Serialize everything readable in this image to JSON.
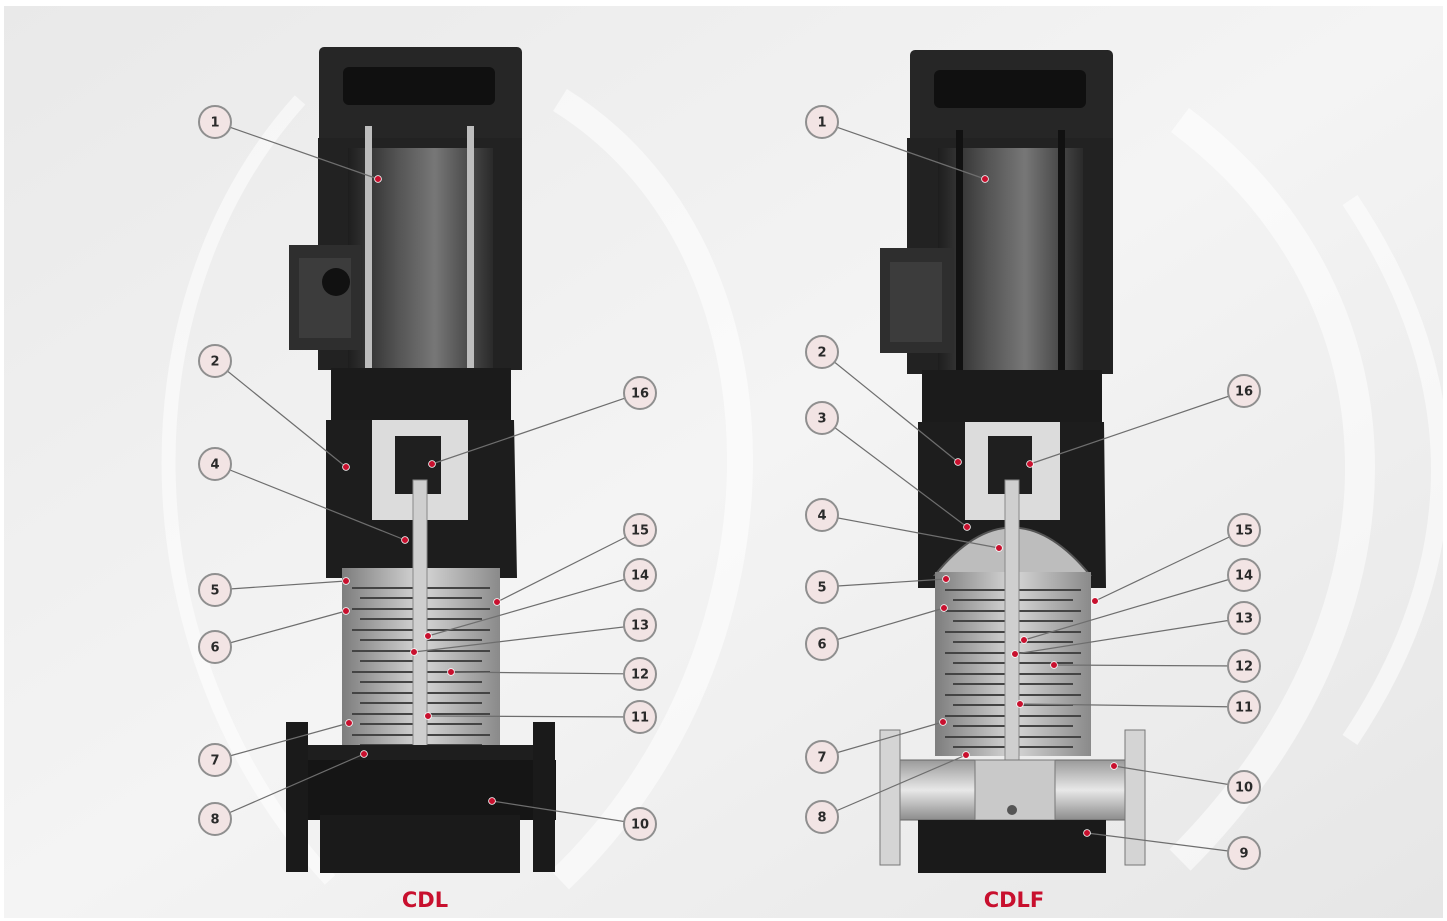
{
  "colors": {
    "accent": "#c8102e",
    "callout_fill": "#f2e4e4",
    "callout_stroke": "#8f8f8f",
    "leader": "#6e6e6e",
    "motor": "#2b2b2b",
    "body": "#1c1c1c",
    "stages": "#b9b9b9"
  },
  "pumps": [
    {
      "id": "cdl",
      "label": "CDL",
      "callouts": [
        "1",
        "2",
        "4",
        "5",
        "6",
        "7",
        "8",
        "16",
        "15",
        "14",
        "13",
        "12",
        "11",
        "10"
      ]
    },
    {
      "id": "cdlf",
      "label": "CDLF",
      "callouts": [
        "1",
        "2",
        "3",
        "4",
        "5",
        "6",
        "7",
        "8",
        "16",
        "15",
        "14",
        "13",
        "12",
        "11",
        "10",
        "9"
      ]
    }
  ]
}
